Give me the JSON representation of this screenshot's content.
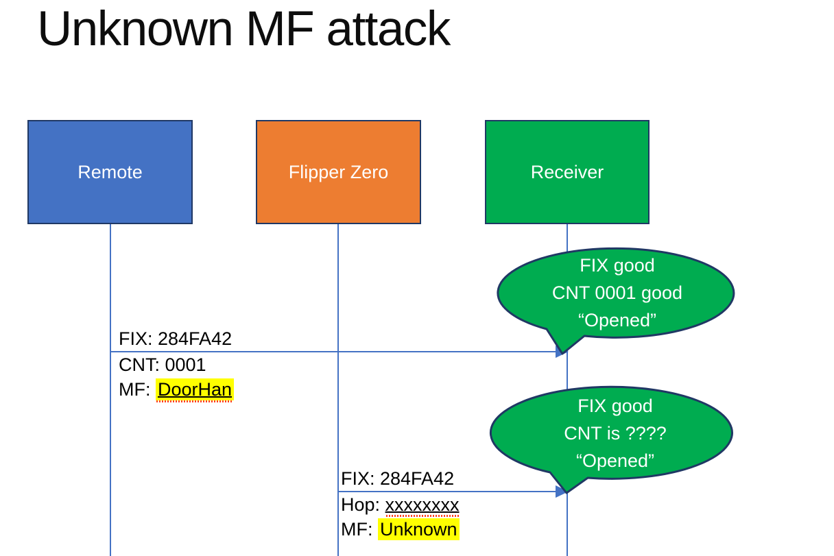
{
  "slide": {
    "title": "Unknown MF attack"
  },
  "colors": {
    "remote_box": "#4472C4",
    "flipper_box": "#ED7D31",
    "receiver_box": "#00AC50",
    "shape_border": "#203864",
    "line_and_arrow": "#4472C4",
    "callout_fill": "#00AC50",
    "highlight": "#FFFF00",
    "squiggle": "#FF3E1C"
  },
  "actors": [
    {
      "label": "Remote"
    },
    {
      "label": "Flipper Zero"
    },
    {
      "label": "Receiver"
    }
  ],
  "messages": [
    {
      "above": "FIX: 284FA42",
      "line2": "CNT: 0001",
      "line3_prefix": "MF: ",
      "line3_value": "DoorHan"
    },
    {
      "above": "FIX: 284FA42",
      "line2_prefix": "Hop: ",
      "line2_value": "xxxxxxxx",
      "line3_prefix": "MF: ",
      "line3_value": "Unknown"
    }
  ],
  "callouts": [
    {
      "line1": "FIX good",
      "line2": "CNT 0001 good",
      "line3": "“Opened”"
    },
    {
      "line1": "FIX good",
      "line2": "CNT is ????",
      "line3": "“Opened”"
    }
  ]
}
